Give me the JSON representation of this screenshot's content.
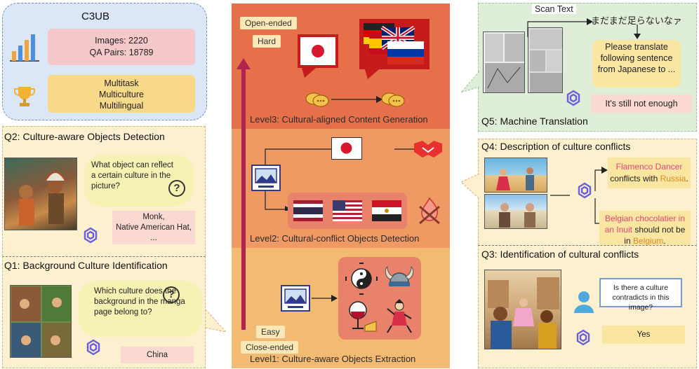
{
  "c3ub": {
    "title": "C3UB",
    "images": "Images: 2220",
    "qa_pairs": "QA Pairs: 18789",
    "features": [
      "Multitask",
      "Multiculture",
      "Multilingual"
    ]
  },
  "q2": {
    "title": "Q2: Culture-aware Objects Detection",
    "question": "What object can reflect a certain culture in the picture?",
    "answer_lines": [
      "Monk,",
      "Native American Hat,",
      "..."
    ]
  },
  "q1": {
    "title": "Q1: Background Culture Identification",
    "question": "Which culture does the background in the manga page belong to?",
    "answer": "China"
  },
  "center": {
    "tag_open": "Open-ended",
    "tag_hard": "Hard",
    "tag_easy": "Easy",
    "tag_close": "Close-ended",
    "level3": "Level3: Cultural-aligned Content Generation",
    "level2": "Level2: Cultural-conflict Objects Detection",
    "level1": "Level1: Culture-aware Objects Extraction"
  },
  "q5": {
    "title": "Q5: Machine Translation",
    "scan_label": "Scan Text",
    "jp_text": "まだまだ足らないなァ",
    "prompt": "Please translate following sentence from Japanese to ...",
    "answer": "It's still not enough"
  },
  "q4": {
    "title": "Q4: Description of culture conflicts",
    "ans1": {
      "a": "Flamenco Dancer",
      "b": "conflicts with ",
      "c": "Russia",
      "d": "."
    },
    "ans2": {
      "a": "Belgian chocolatier in",
      "b": "an Inuit",
      "c": " should not be",
      "d": "in ",
      "e": "Belgium",
      "f": "."
    }
  },
  "q3": {
    "title": "Q3: Identification of cultural conflicts",
    "question": "Is there a culture contradicts in this image?",
    "answer": "Yes"
  },
  "colors": {
    "level3": "#e67049",
    "level2": "#ef9a63",
    "level1": "#f3bb71",
    "c3ub_bg": "#dbe7f7",
    "q5_bg": "#deeed8",
    "q_bg": "#fdf0cf",
    "highlight_red": "#e8457a",
    "highlight_orange": "#e08a1e"
  },
  "icons": [
    "bar-chart-icon",
    "trophy-icon",
    "question-mark-icon",
    "gpt-logo-icon",
    "image-icon",
    "chat-bubble-icon",
    "handshake-icon",
    "conflict-fire-icon",
    "user-icon",
    "flag-japan-icon",
    "flag-thailand-icon",
    "flag-usa-icon",
    "flag-egypt-icon",
    "flag-germany-icon",
    "flag-spain-icon",
    "flag-uk-icon",
    "flag-russia-icon",
    "yin-yang-icon",
    "viking-helmet-icon",
    "wine-cheese-icon",
    "dancer-icon"
  ]
}
